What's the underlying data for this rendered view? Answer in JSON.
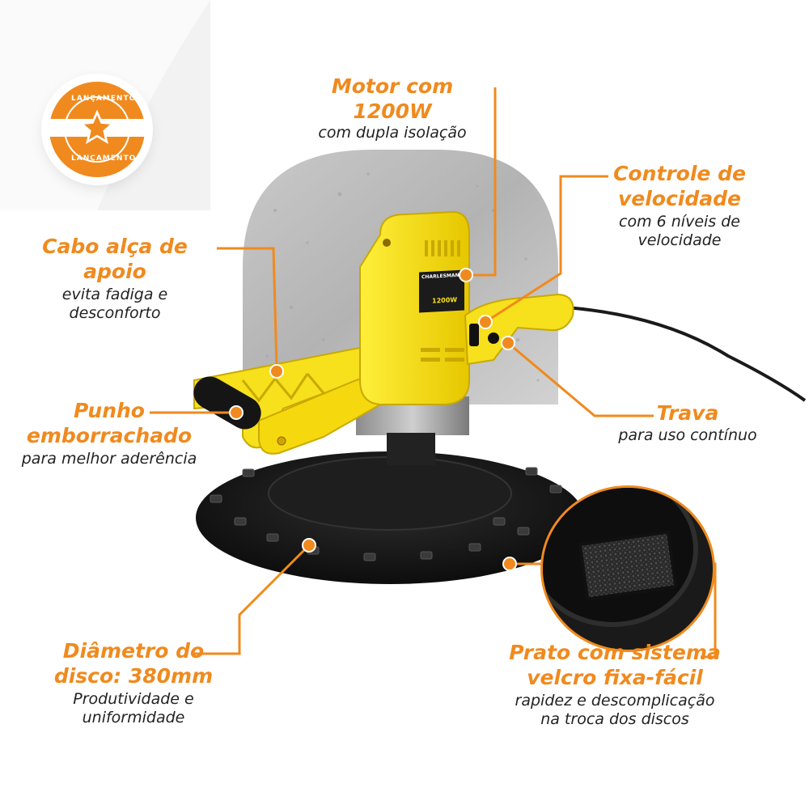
{
  "colors": {
    "accent": "#F08A1E",
    "tool": "#F7E01C",
    "tool_shadow": "#D8B800",
    "disc": "#151515"
  },
  "badge": {
    "top_text": "LANÇAMENTO",
    "bottom_text": "LANÇAMENTO",
    "icon": "star-icon"
  },
  "product": {
    "brand_sticker": "CHARLESMAN",
    "power_sticker": "1200W"
  },
  "callouts": {
    "motor": {
      "title": "Motor com 1200W",
      "subtitle": "com dupla isolação"
    },
    "speed": {
      "title_line1": "Controle de",
      "title_line2": "velocidade",
      "sub_line1": "com 6 níveis de",
      "sub_line2": "velocidade"
    },
    "handle": {
      "title": "Cabo alça de apoio",
      "sub_line1": "evita fadiga e",
      "sub_line2": "desconforto"
    },
    "grip": {
      "title_line1": "Punho",
      "title_line2": "emborrachado",
      "subtitle": "para melhor aderência"
    },
    "lock": {
      "title": "Trava",
      "subtitle": "para uso contínuo"
    },
    "diameter": {
      "title_line1": "Diâmetro do",
      "title_line2": "disco: 380mm",
      "sub_line1": "Produtividade e",
      "sub_line2": "uniformidade"
    },
    "plate": {
      "title_line1": "Prato com sistema",
      "title_line2": "velcro fixa-fácil",
      "sub_line1": "rapidez e descomplicação",
      "sub_line2": "na troca dos discos"
    }
  }
}
